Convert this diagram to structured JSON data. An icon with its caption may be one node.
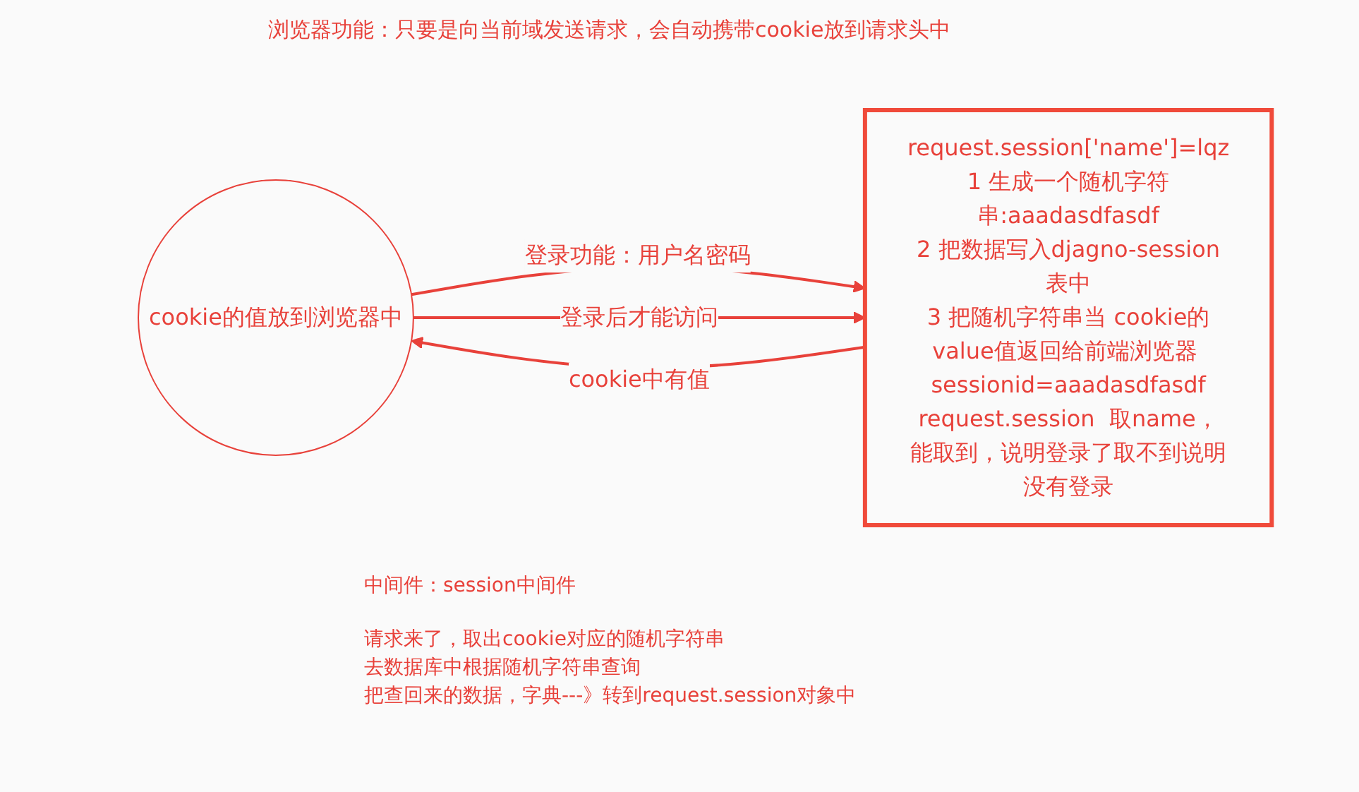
{
  "diagram": {
    "title": "浏览器功能：只要是向当前域发送请求，会自动携带cookie放到请求头中",
    "nodes": [
      {
        "text": [
          "cookie的值放到浏览器中"
        ]
      },
      {
        "text": [
          "request.session['name']=lqz",
          "1 生成一个随机字符串:aaadasdfasdf",
          "2 把数据写入djagno-session表中",
          "3 把随机字符串当 cookie的value值返回给前端浏览器 sessionid=aaadasdfasdf",
          "request.session  取name，能取到，说明登录了取不到说明没有登录"
        ]
      }
    ],
    "edges": [
      {
        "from": 0,
        "to": 1,
        "arrow": "to",
        "label": "登录功能：用户名密码"
      },
      {
        "from": 1,
        "to": 0,
        "arrow": "to",
        "label": "cookie中有值"
      },
      {
        "from": 0,
        "to": 1,
        "arrow": "to",
        "label": "登录后才能访问"
      }
    ],
    "labels": [
      "中间件：session中间件",
      "请求来了，取出cookie对应的随机字符串",
      "去数据库中根据随机字符串查询",
      "把查回来的数据，字典---》转到request.session对象中"
    ]
  }
}
